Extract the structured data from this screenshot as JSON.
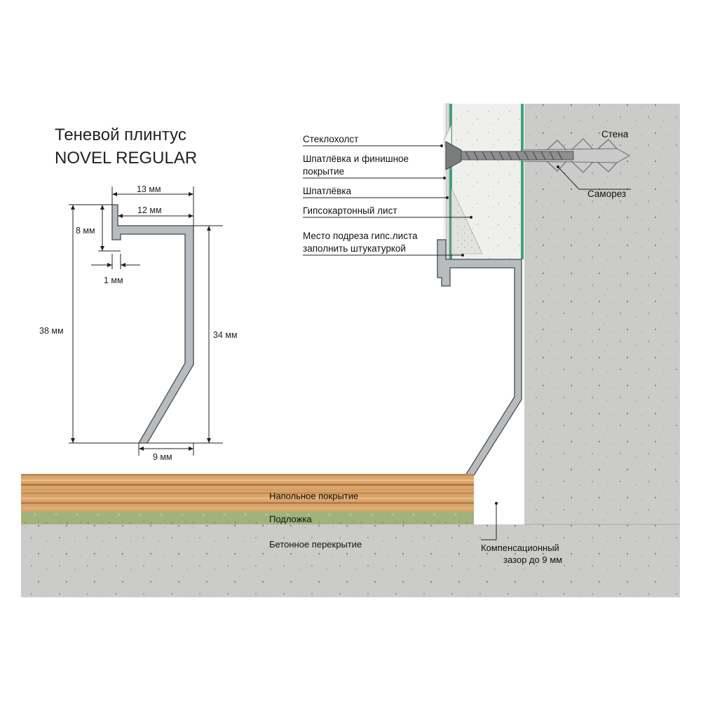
{
  "title": {
    "line1": "Теневой плинтус",
    "line2": "NOVEL REGULAR"
  },
  "dimensions": {
    "width_top": "13 мм",
    "width_inner": "12 мм",
    "height_top": "8 мм",
    "gap": "1 мм",
    "height_total": "38 мм",
    "height_wall": "34 мм",
    "width_bottom": "9 мм"
  },
  "labels": {
    "fiberglass": "Стеклохолст",
    "putty_finish_1": "Шпатлёвка и финишное",
    "putty_finish_2": "покрытие",
    "putty": "Шпатлёвка",
    "drywall": "Гипсокартонный лист",
    "cut_1": "Место подреза гипс.листа",
    "cut_2": "заполнить штукатуркой",
    "wall": "Стена",
    "screw": "Саморез",
    "floor_cover": "Напольное покрытие",
    "underlay": "Подложка",
    "concrete": "Бетонное перекрытие",
    "gap_1": "Компенсационный",
    "gap_2": "зазор  до 9 мм"
  },
  "colors": {
    "concrete": "#c9c9c7",
    "concrete_dark": "#b5b5b3",
    "wood": "#d8a56c",
    "wood_dark": "#b98048",
    "underlay": "#9fb07a",
    "drywall_edge": "#3aa37a",
    "profile": "#b9bcbe",
    "profile_stroke": "#5b5e60",
    "line": "#222222"
  }
}
